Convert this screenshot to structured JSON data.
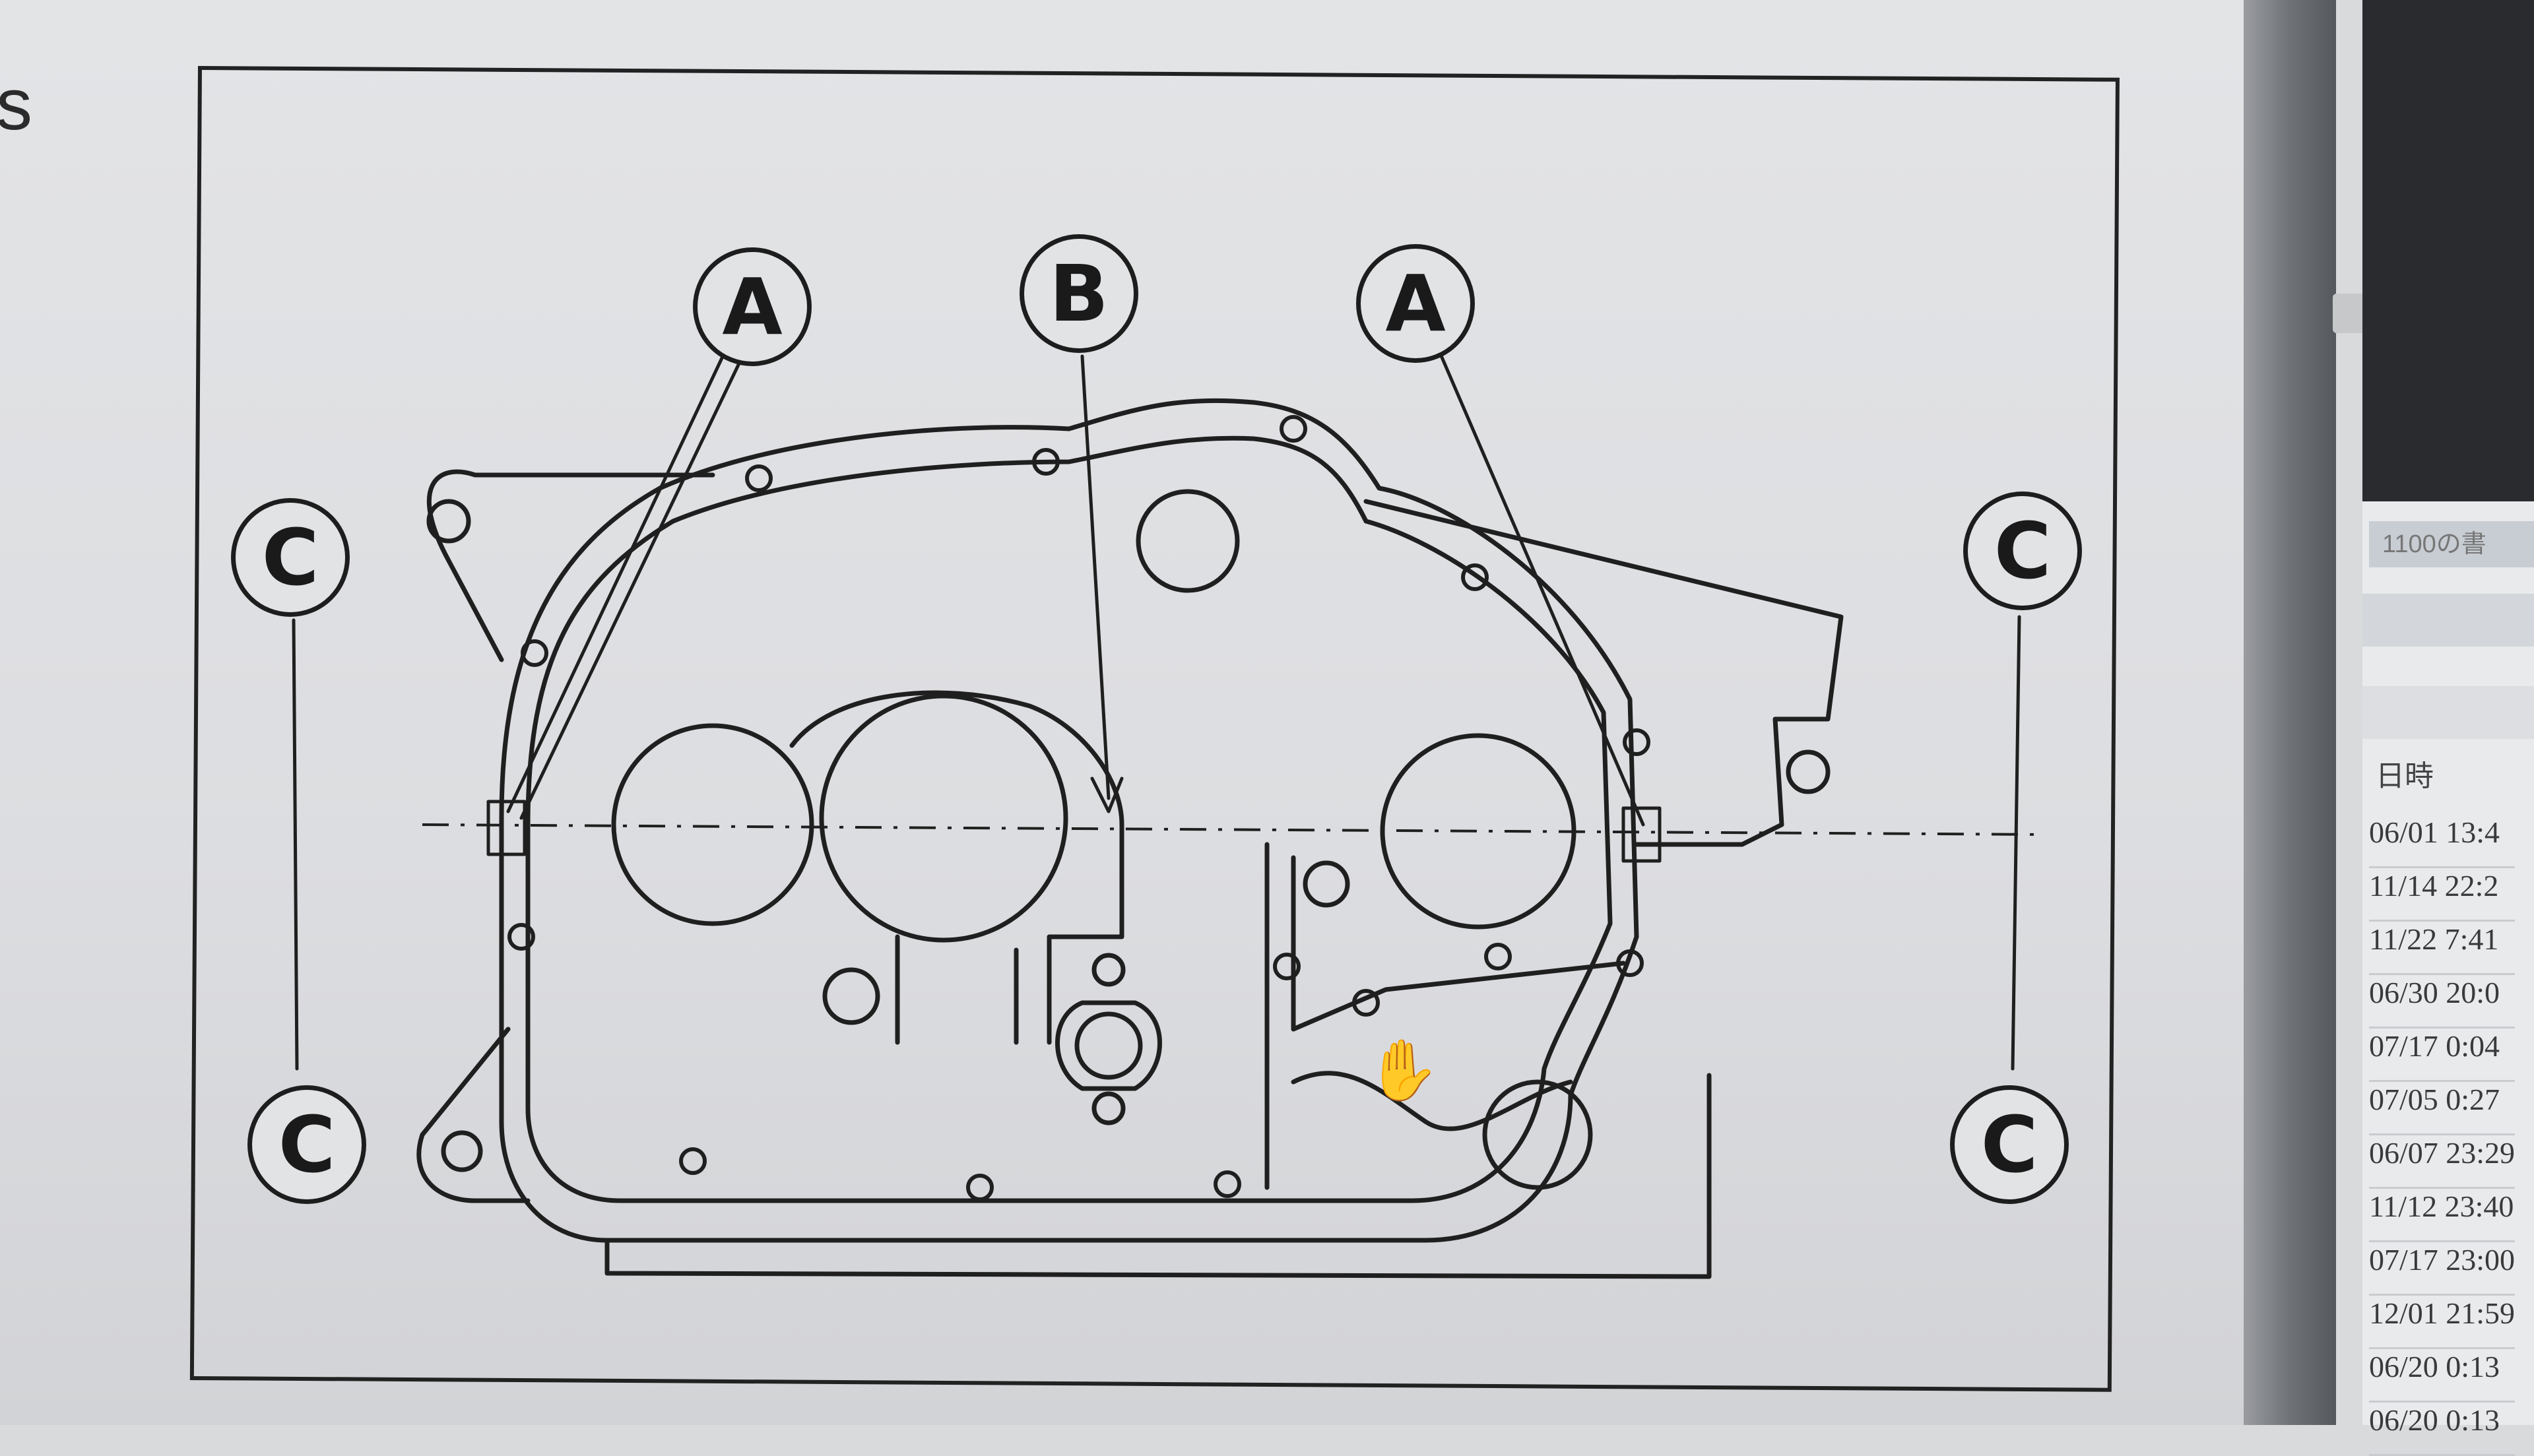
{
  "page": {
    "edge_text": "s"
  },
  "diagram": {
    "callouts": [
      {
        "id": "A1",
        "label": "A"
      },
      {
        "id": "B",
        "label": "B"
      },
      {
        "id": "A2",
        "label": "A"
      },
      {
        "id": "C1",
        "label": "C"
      },
      {
        "id": "C2",
        "label": "C"
      },
      {
        "id": "C3",
        "label": "C"
      },
      {
        "id": "C4",
        "label": "C"
      }
    ],
    "hand_cursor_icon": "hand-pointer-icon"
  },
  "side_panel": {
    "title": "1100の書",
    "column_header": "日時",
    "dates": [
      "06/01 13:4",
      "11/14 22:2",
      "11/22 7:41",
      "06/30 20:0",
      "07/17 0:04",
      "07/05 0:27",
      "06/07 23:29",
      "11/12 23:40",
      "07/17 23:00",
      "12/01 21:59",
      "06/20 0:13",
      "06/20 0:13"
    ]
  },
  "colors": {
    "ink": "#1d1d1d",
    "paper": "#e2e3e5",
    "panel_dark": "#2a2b2e"
  }
}
